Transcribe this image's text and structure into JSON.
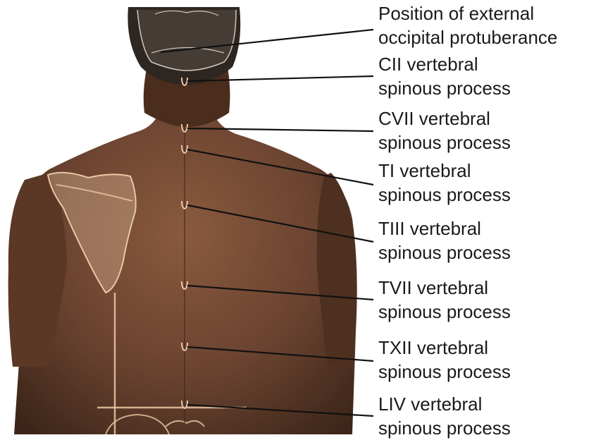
{
  "labels": [
    {
      "id": "eop",
      "line1": "Position of external",
      "line2": "occipital protuberance"
    },
    {
      "id": "c2",
      "line1": "CII vertebral",
      "line2": "spinous process"
    },
    {
      "id": "c7",
      "line1": "CVII vertebral",
      "line2": "spinous process"
    },
    {
      "id": "t1",
      "line1": "TI vertebral",
      "line2": "spinous process"
    },
    {
      "id": "t3",
      "line1": "TIII vertebral",
      "line2": "spinous process"
    },
    {
      "id": "t7",
      "line1": "TVII vertebral",
      "line2": "spinous process"
    },
    {
      "id": "t12",
      "line1": "TXII vertebral",
      "line2": "spinous process"
    },
    {
      "id": "l4",
      "line1": "LIV vertebral",
      "line2": "spinous process"
    }
  ],
  "colors": {
    "skin_dark": "#4a2e1e",
    "skin_mid": "#7a4f36",
    "skin_light": "#a87454",
    "bone_overlay": "#e9c7a5",
    "hair": "#2a2522",
    "leader_line": "#111111"
  }
}
